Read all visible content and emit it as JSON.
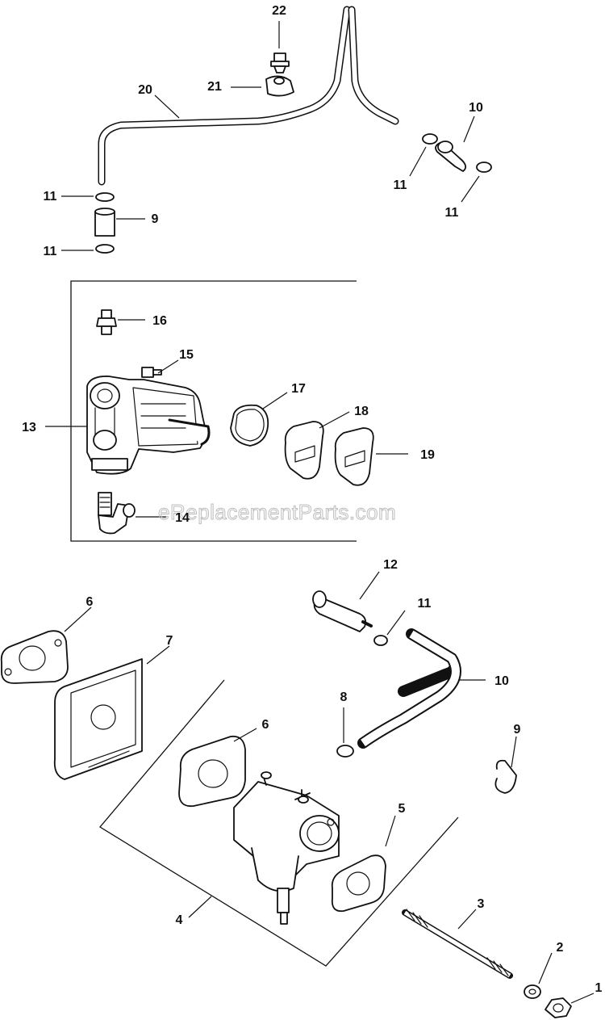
{
  "watermark": "eReplacementParts.com",
  "callouts": [
    {
      "id": "c22",
      "text": "22"
    },
    {
      "id": "c21",
      "text": "21"
    },
    {
      "id": "c20",
      "text": "20"
    },
    {
      "id": "c10a",
      "text": "10"
    },
    {
      "id": "c11a",
      "text": "11"
    },
    {
      "id": "c11b",
      "text": "11"
    },
    {
      "id": "c11c",
      "text": "11"
    },
    {
      "id": "c9a",
      "text": "9"
    },
    {
      "id": "c11d",
      "text": "11"
    },
    {
      "id": "c16",
      "text": "16"
    },
    {
      "id": "c15",
      "text": "15"
    },
    {
      "id": "c17",
      "text": "17"
    },
    {
      "id": "c18",
      "text": "18"
    },
    {
      "id": "c13",
      "text": "13"
    },
    {
      "id": "c19",
      "text": "19"
    },
    {
      "id": "c14",
      "text": "14"
    },
    {
      "id": "c12",
      "text": "12"
    },
    {
      "id": "c6a",
      "text": "6"
    },
    {
      "id": "c11e",
      "text": "11"
    },
    {
      "id": "c7",
      "text": "7"
    },
    {
      "id": "c10b",
      "text": "10"
    },
    {
      "id": "c8",
      "text": "8"
    },
    {
      "id": "c6b",
      "text": "6"
    },
    {
      "id": "c9b",
      "text": "9"
    },
    {
      "id": "c5",
      "text": "5"
    },
    {
      "id": "c4",
      "text": "4"
    },
    {
      "id": "c3",
      "text": "3"
    },
    {
      "id": "c2",
      "text": "2"
    },
    {
      "id": "c1",
      "text": "1"
    }
  ]
}
